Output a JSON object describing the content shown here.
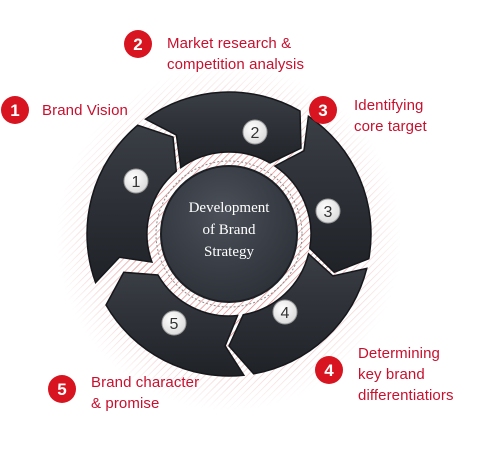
{
  "center": {
    "title": "Development\nof Brand\nStrategy"
  },
  "steps": [
    {
      "number": "1",
      "label": "Brand Vision"
    },
    {
      "number": "2",
      "label": "Market research &\ncompetition analysis"
    },
    {
      "number": "3",
      "label": "Identifying\ncore target"
    },
    {
      "number": "4",
      "label": "Determining\nkey brand\ndifferentiatiors"
    },
    {
      "number": "5",
      "label": "Brand character\n& promise"
    }
  ],
  "colors": {
    "accent": "#d7141f",
    "label_text": "#c8102e",
    "arrow_fill": "#2a2d33",
    "center_fill": "#3b4048",
    "number_circle": "#f2f2f2",
    "center_text": "#ffffff"
  }
}
